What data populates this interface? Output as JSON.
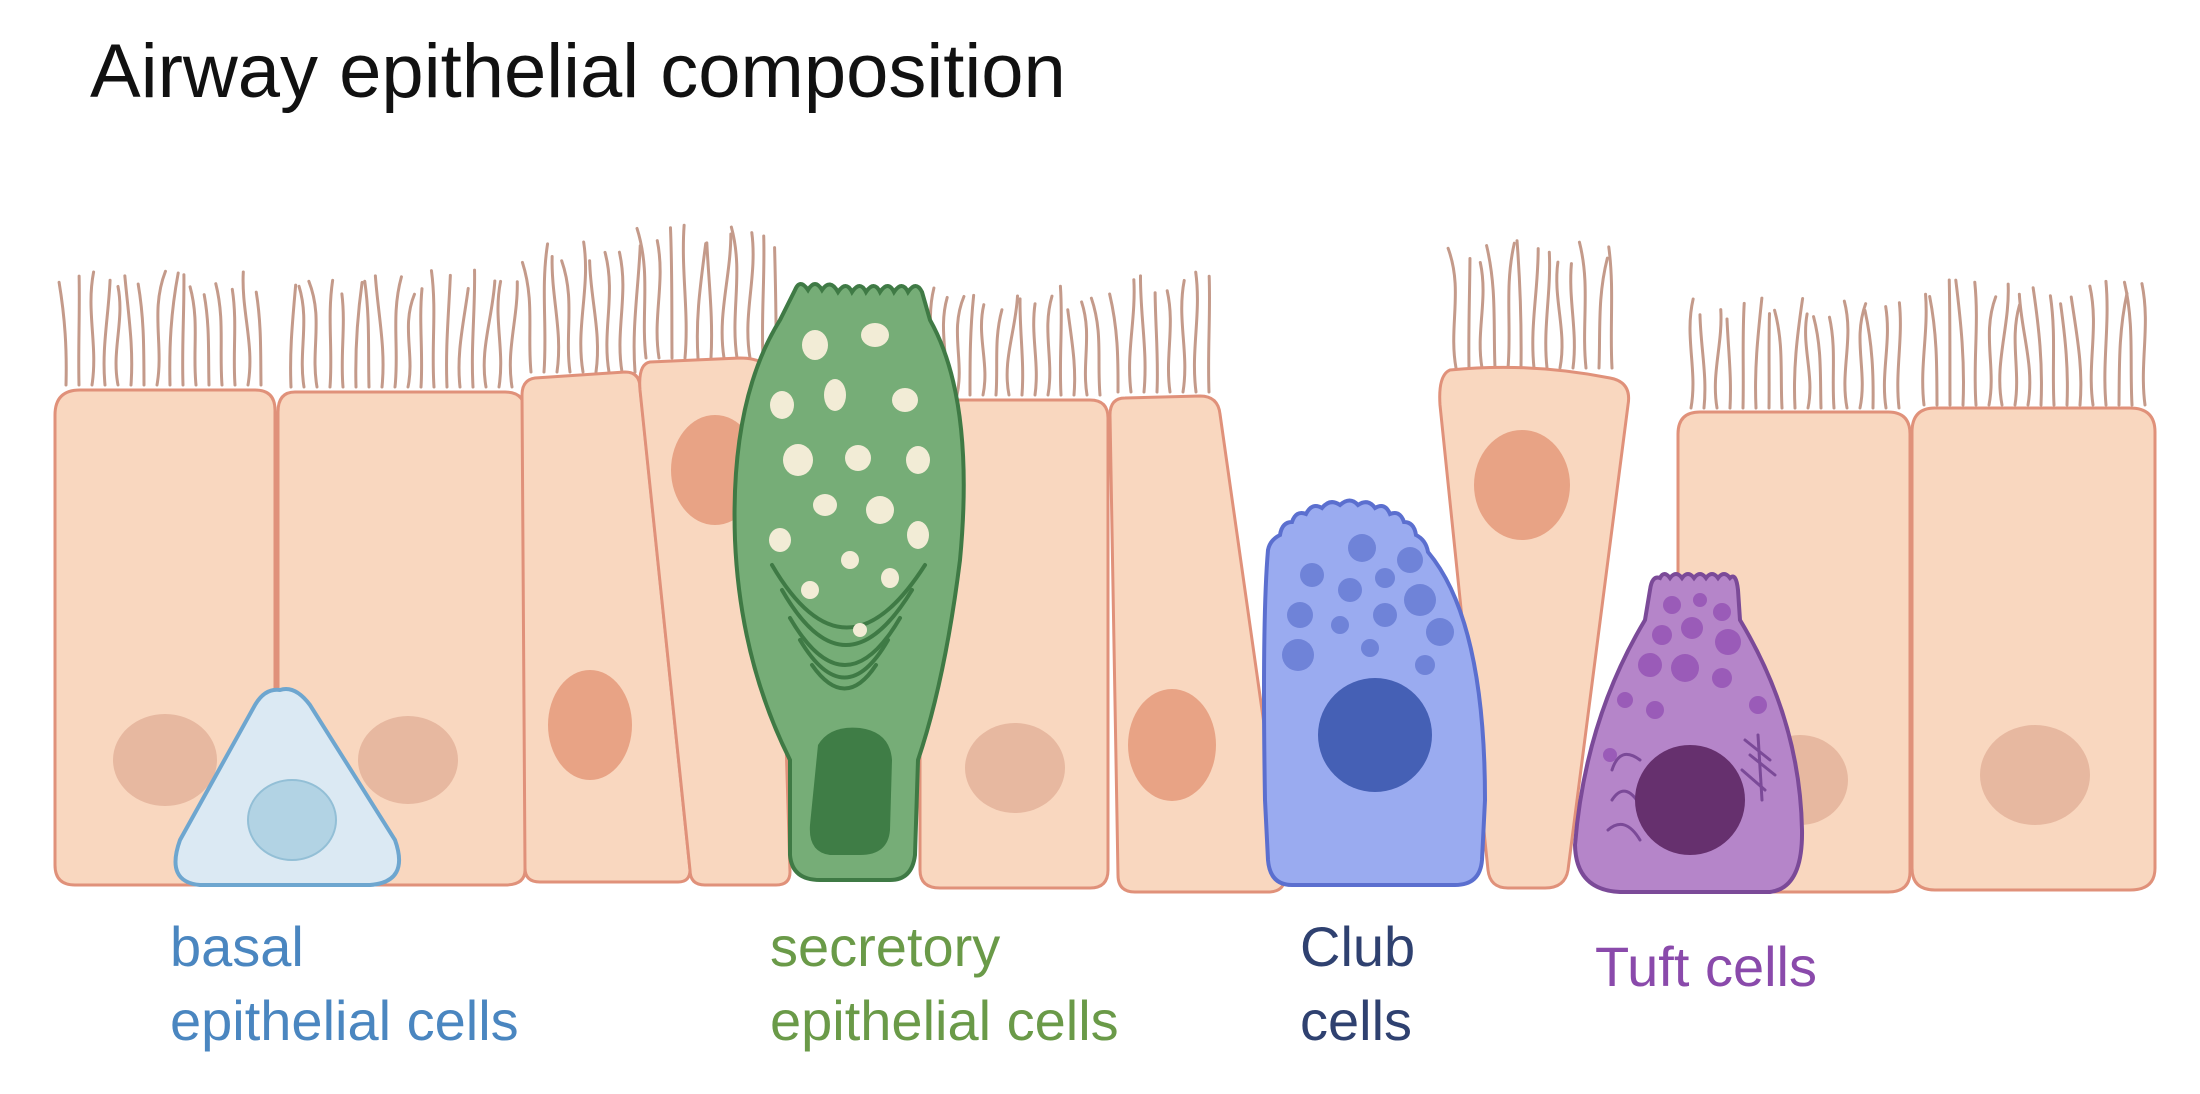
{
  "title": "Airway epithelial composition",
  "labels": {
    "basal": {
      "line1": "basal",
      "line2": "epithelial cells",
      "color": "#4a86c0"
    },
    "secretory": {
      "line1": "secretory",
      "line2": "epithelial cells",
      "color": "#6a9a48"
    },
    "club": {
      "line1": "Club",
      "line2": "cells",
      "color": "#2f4170"
    },
    "tuft": {
      "line1": "Tuft cells",
      "color": "#8a4aab"
    }
  },
  "colors": {
    "ciliated_fill": "#f9d7bf",
    "ciliated_stroke": "#e0917a",
    "nucleus_pale": "#e7b8a0",
    "nucleus_orange": "#e8a385",
    "cilia": "#c49a8a",
    "basal_fill": "#dbe9f3",
    "basal_stroke": "#6ea6cf",
    "basal_nucleus": "#b2d3e4",
    "secretory_fill": "#76ad77",
    "secretory_stroke": "#3f7a45",
    "secretory_nucleus": "#3f7d46",
    "granule": "#f2ecd6",
    "club_fill": "#9aabf0",
    "club_stroke": "#5b6fcf",
    "club_nucleus": "#4560b5",
    "club_granule": "#6f83d8",
    "tuft_fill": "#b585c9",
    "tuft_stroke": "#7b4a98",
    "tuft_nucleus": "#66306e",
    "tuft_granule": "#9a5bb8"
  }
}
